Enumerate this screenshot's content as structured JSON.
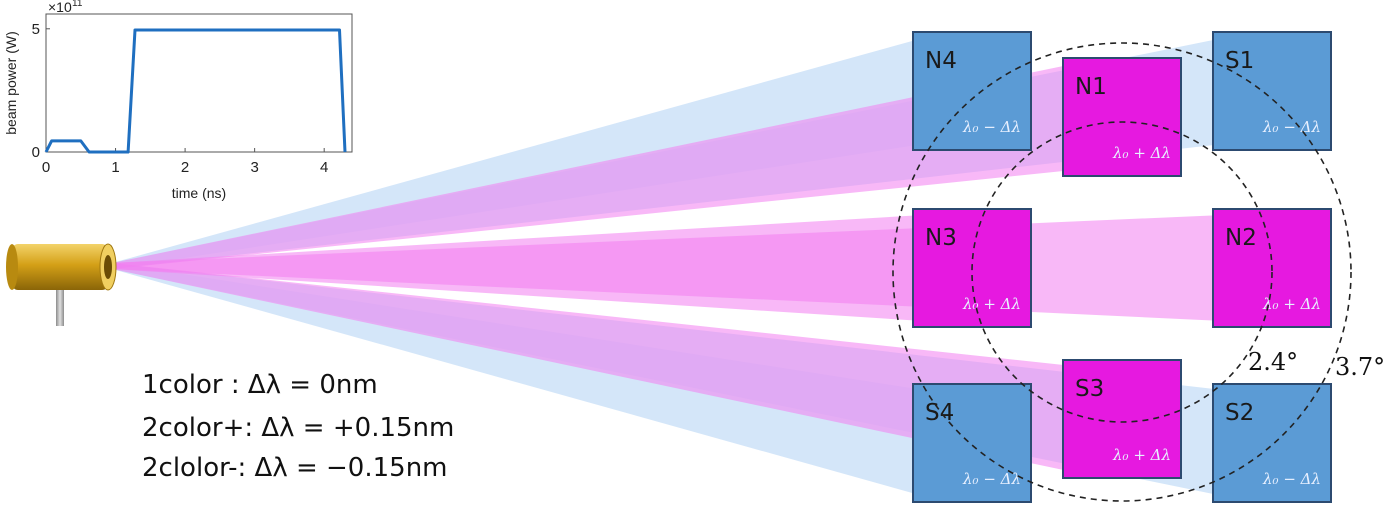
{
  "chart_data": {
    "type": "line",
    "xlabel": "time (ns)",
    "ylabel": "beam power (W)",
    "exponent_label": "×10",
    "exponent_power": "11",
    "xlim": [
      0,
      4.4
    ],
    "ylim": [
      0,
      5.6
    ],
    "x_ticks": [
      "0",
      "1",
      "2",
      "3",
      "4"
    ],
    "y_ticks": [
      "0",
      "5"
    ],
    "series": [
      {
        "x": [
          0,
          0.08,
          0.5,
          0.62,
          1.1,
          1.18,
          1.28,
          4.12,
          4.22,
          4.3
        ],
        "y": [
          0,
          0.45,
          0.45,
          0.0,
          0.0,
          0.0,
          4.95,
          4.95,
          4.95,
          0.0
        ]
      }
    ],
    "color": "#1f6fc0"
  },
  "quads": [
    {
      "id": "N4",
      "label": "N4",
      "wavelength": "λ₀ − Δλ",
      "kind": "minus"
    },
    {
      "id": "N1",
      "label": "N1",
      "wavelength": "λ₀ + Δλ",
      "kind": "plus"
    },
    {
      "id": "S1",
      "label": "S1",
      "wavelength": "λ₀ − Δλ",
      "kind": "minus"
    },
    {
      "id": "N3",
      "label": "N3",
      "wavelength": "λ₀ + Δλ",
      "kind": "plus"
    },
    {
      "id": "N2",
      "label": "N2",
      "wavelength": "λ₀ + Δλ",
      "kind": "plus"
    },
    {
      "id": "S4",
      "label": "S4",
      "wavelength": "λ₀ − Δλ",
      "kind": "minus"
    },
    {
      "id": "S3",
      "label": "S3",
      "wavelength": "λ₀ + Δλ",
      "kind": "plus"
    },
    {
      "id": "S2",
      "label": "S2",
      "wavelength": "λ₀ − Δλ",
      "kind": "minus"
    }
  ],
  "angles": {
    "inner": "2.4°",
    "outer": "3.7°"
  },
  "legend": [
    "1color  : Δλ = 0nm",
    "2color+: Δλ = +0.15nm",
    "2clolor-: Δλ = −0.15nm"
  ],
  "colors": {
    "minus_quad": "#5b9bd5",
    "plus_quad": "#e619e0",
    "minus_beam": "#c5ddf7",
    "plus_beam": "#f27ef0",
    "target_gold": "#d4a017"
  }
}
